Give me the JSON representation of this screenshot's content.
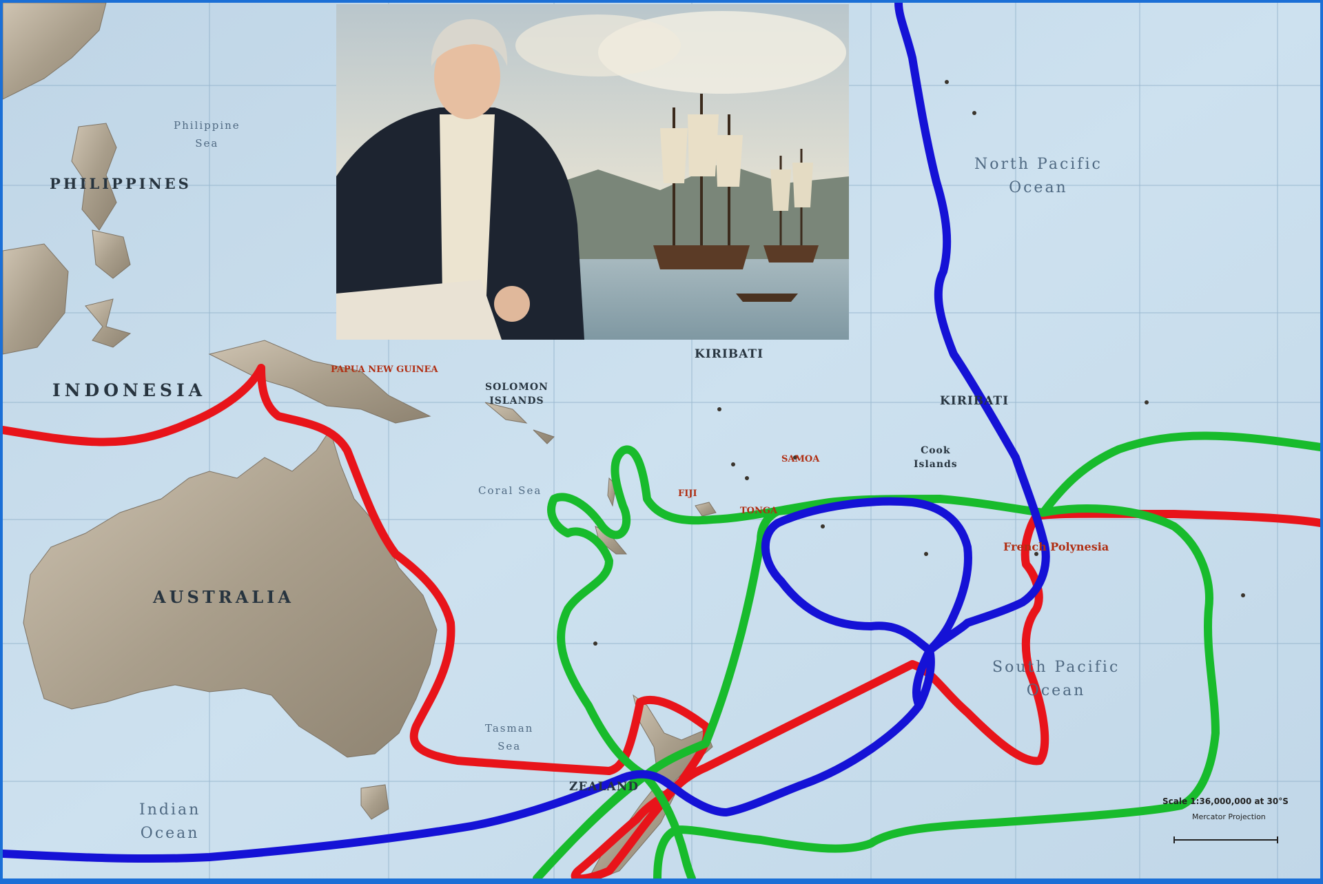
{
  "map": {
    "labels": {
      "philippines": "PHILIPPINES",
      "philippine_sea": [
        "Philippine",
        "Sea"
      ],
      "indonesia": "INDONESIA",
      "papua": "PAPUA NEW GUINEA",
      "solomon": [
        "SOLOMON",
        "ISLANDS"
      ],
      "kiribati_west": "KIRIBATI",
      "kiribati_east": "KIRIBATI",
      "cook": [
        "Cook",
        "Islands"
      ],
      "australia": "AUSTRALIA",
      "new_zealand": "ZEALAND",
      "french_polynesia": "French Polynesia",
      "fiji": "FIJI",
      "tonga": "TONGA",
      "samoa": "SAMOA",
      "north_pacific": [
        "North Pacific",
        "Ocean"
      ],
      "south_pacific": [
        "South Pacific",
        "Ocean"
      ],
      "indian_ocean": [
        "Indian",
        "Ocean"
      ],
      "tasman_sea": [
        "Tasman",
        "Sea"
      ],
      "coral_sea": [
        "Coral Sea"
      ]
    },
    "scale": {
      "line1": "Scale 1:36,000,000 at 30°S",
      "line2": "Mercator Projection"
    },
    "colors": {
      "route_first_voyage": "#e8141a",
      "route_second_voyage": "#18bb2c",
      "route_third_voyage": "#1512d6",
      "ocean": "#c6dced",
      "land": "#b9ae9c",
      "frame": "#1b6fd6"
    }
  },
  "portrait": {
    "subject": "portrait-of-captain-with-ships"
  }
}
